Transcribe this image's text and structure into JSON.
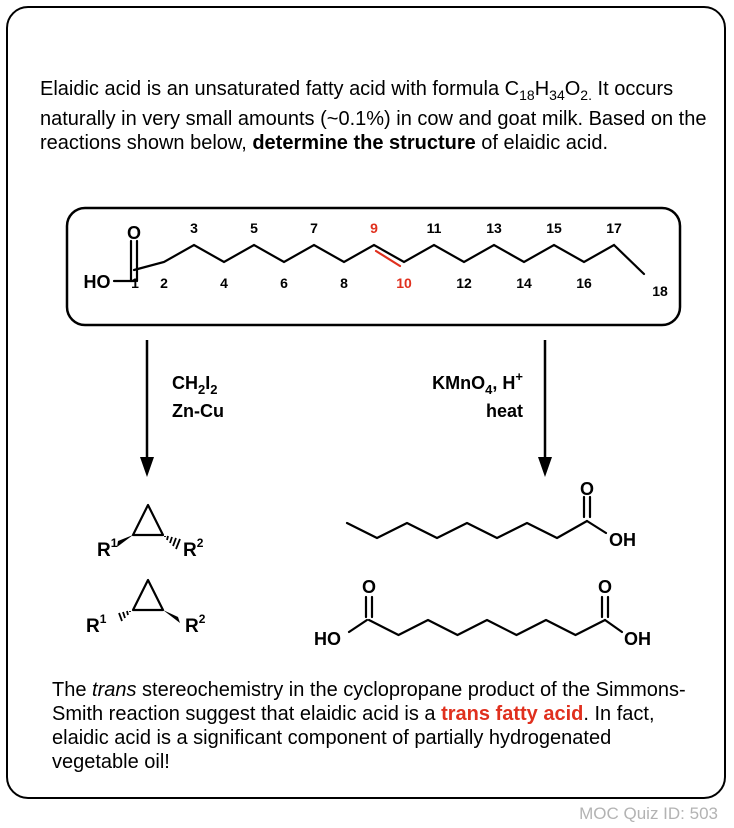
{
  "intro": {
    "t1": "Elaidic acid is an unsaturated fatty acid with formula C",
    "sub1": "18",
    "t2": "H",
    "sub2": "34",
    "t3": "O",
    "sub3": "2.",
    "t4": " It occurs naturally in very small amounts (~0.1%) in cow and goat milk. Based on the reactions shown below, ",
    "bold": "determine the structure",
    "t5": " of elaidic acid."
  },
  "chain": {
    "o_label": "O",
    "ho_label": "HO",
    "numbers": [
      "1",
      "2",
      "3",
      "4",
      "5",
      "6",
      "7",
      "8",
      "9",
      "10",
      "11",
      "12",
      "13",
      "14",
      "15",
      "16",
      "17",
      "18"
    ]
  },
  "left_reaction": {
    "reagent_ch": "CH",
    "reagent_sub1": "2",
    "reagent_i": "I",
    "reagent_sub2": "2",
    "reagent2": "Zn-Cu",
    "r_label": "R",
    "sup1": "1",
    "sup2": "2"
  },
  "right_reaction": {
    "reagent_kmno": "KMnO",
    "reagent_sub": "4",
    "reagent_h": ", H",
    "reagent_sup": "+",
    "reagent2": "heat",
    "o_label": "O",
    "oh_label": "OH",
    "ho_label": "HO"
  },
  "conclusion": {
    "t1": "The ",
    "italic": "trans",
    "t2": " stereochemistry in the cyclopropane product of the Simmons-Smith reaction suggest that elaidic acid is a ",
    "highlight": "trans fatty acid",
    "t3": ". In fact, elaidic acid is a significant component of partially hydrogenated vegetable oil!"
  },
  "quiz_id": "MOC Quiz ID: 503",
  "colors": {
    "accent": "#e0301e",
    "border": "#000000",
    "muted": "#b3b3b3"
  }
}
